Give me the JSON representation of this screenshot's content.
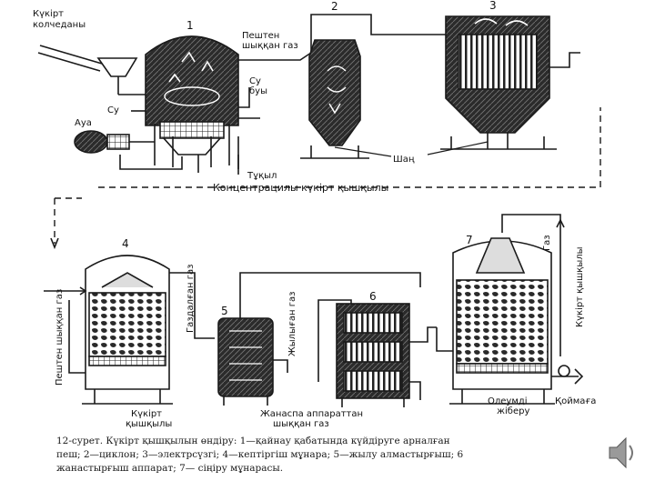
{
  "colors": {
    "ink": "#1a1a1a",
    "hatch": "#3a3a3a",
    "paper": "#ffffff",
    "nav_fill": "#9a9a9a"
  },
  "icons": {
    "next_slide": "speaker-next-icon"
  },
  "numbers": {
    "n1": "1",
    "n2": "2",
    "n3": "3",
    "n4": "4",
    "n5": "5",
    "n6": "6",
    "n7": "7"
  },
  "labels": {
    "pyrite_line1": "Күкірт",
    "pyrite_line2": "колчеданы",
    "kiln_gas_line1": "Пештен",
    "kiln_gas_line2": "шыққан газ",
    "steam_line1": "Су",
    "steam_line2": "буы",
    "water": "Су",
    "air": "Ауа",
    "cinder": "Тұқыл",
    "dust": "Шаң",
    "conc_acid": "Концентрацилы күкірт қышқылы",
    "kiln_gas_vertical": "Пештен шыққан газ",
    "sulfuric_acid_line1": "Күкірт",
    "sulfuric_acid_line2": "қышқылы",
    "dried_gas": "Газдалған газ",
    "heated_gas": "Жылыған газ",
    "contact_gas_line1": "Жанаспа аппараттан",
    "contact_gas_line2": "шыққан газ",
    "gas_top_right": "Газ",
    "acid_right": "Күкірт қышқылы",
    "oleum_line1": "Олеумді",
    "oleum_line2": "жіберу",
    "tank": "Қоймаға"
  },
  "caption": {
    "line1": "12-сурет. Күкірт қышқылын өндіру: 1—қайнау қабатында күйдіруге арналған",
    "line2": "пеш; 2—циклон; 3—электрсүзгі; 4—кептіргіш мұнара; 5—жылу алмастырғыш; 6",
    "line3": "жанастырғыш аппарат; 7— сіңіру мұнарасы."
  }
}
